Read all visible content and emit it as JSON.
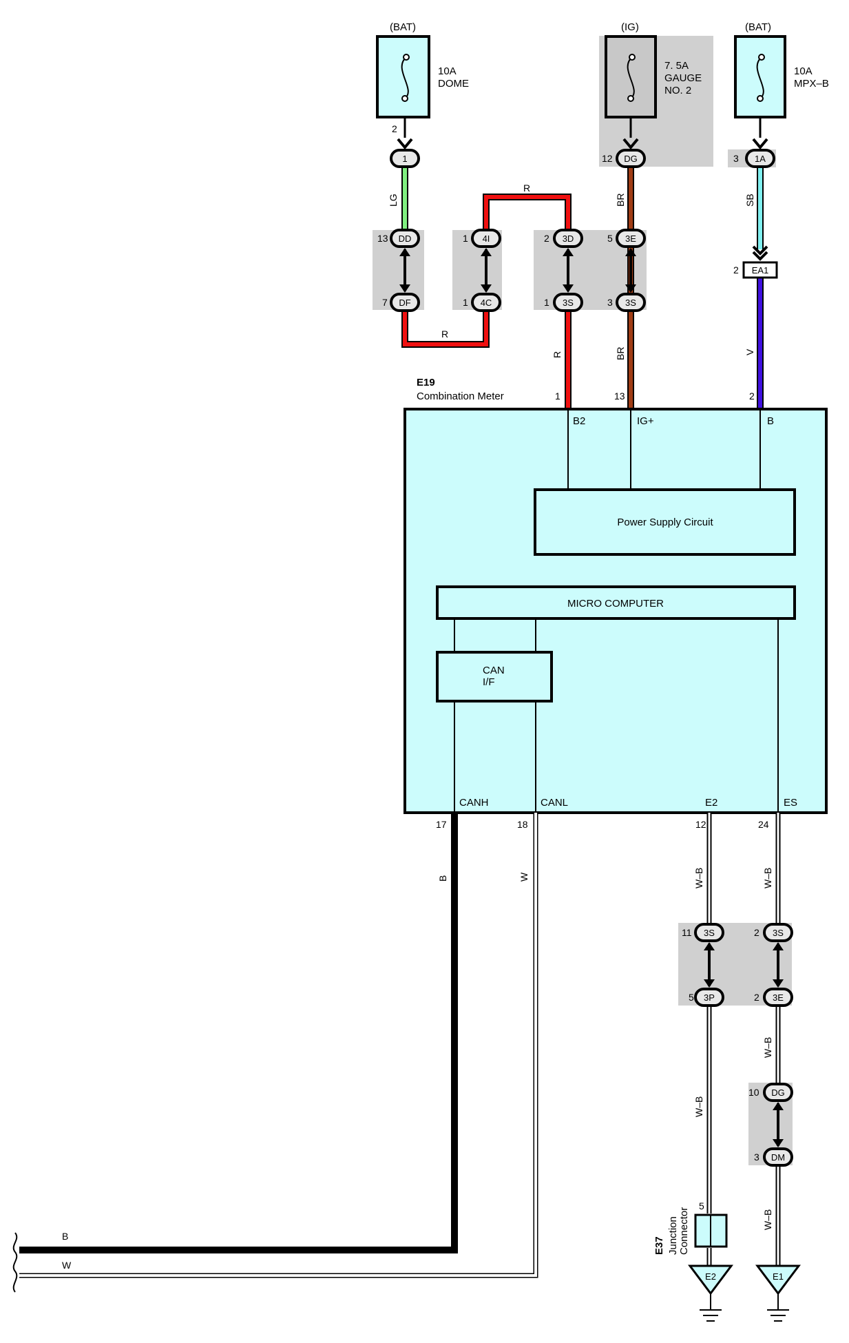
{
  "fuses": [
    {
      "source": "(BAT)",
      "lines": [
        "10A",
        "DOME"
      ],
      "pin": "2"
    },
    {
      "source": "(IG)",
      "lines": [
        "7. 5A",
        "GAUGE",
        "NO. 2"
      ],
      "pin": ""
    },
    {
      "source": "(BAT)",
      "lines": [
        "10A",
        "MPX–B"
      ],
      "pin": ""
    }
  ],
  "connectors": {
    "c1": {
      "code": "1",
      "pin": ""
    },
    "dg_top": {
      "code": "DG",
      "pin": "12"
    },
    "c1a": {
      "code": "1A",
      "pin": "3"
    },
    "ea1": {
      "code": "EA1",
      "pin": "2"
    },
    "dd": {
      "code": "DD",
      "pin": "13"
    },
    "df": {
      "code": "DF",
      "pin": "7"
    },
    "c4i": {
      "code": "4I",
      "pin": "1"
    },
    "c4c": {
      "code": "4C",
      "pin": "1"
    },
    "c3d": {
      "code": "3D",
      "pin": "2"
    },
    "c3s_a": {
      "code": "3S",
      "pin": "1"
    },
    "c3e_a": {
      "code": "3E",
      "pin": "5"
    },
    "c3s_b": {
      "code": "3S",
      "pin": "3"
    },
    "c3s_c": {
      "code": "3S",
      "pin": "11"
    },
    "c3p": {
      "code": "3P",
      "pin": "5"
    },
    "c3s_d": {
      "code": "3S",
      "pin": "2"
    },
    "c3e_b": {
      "code": "3E",
      "pin": "2"
    },
    "dg_bot": {
      "code": "DG",
      "pin": "10"
    },
    "dm": {
      "code": "DM",
      "pin": "3"
    }
  },
  "wires": {
    "lg": "LG",
    "r_top": "R",
    "br_top": "BR",
    "sb": "SB",
    "r_loop": "R",
    "r_down": "R",
    "br_down": "BR",
    "v": "V",
    "b": "B",
    "w": "W",
    "wb1": "W–B",
    "wb2": "W–B",
    "wb3": "W–B",
    "wb4": "W–B",
    "wb5": "W–B",
    "b_bottom": "B",
    "w_bottom": "W"
  },
  "colors": {
    "lg": "#80f080",
    "r": "#f01010",
    "br": "#a03c14",
    "sb": "#80f0f0",
    "v": "#4010e0",
    "b": "#000000",
    "w": "#ffffff",
    "module_fill": "#ccfcfc",
    "shade": "#d0d0d0"
  },
  "meter": {
    "id": "E19",
    "name": "Combination Meter",
    "top_pins": [
      {
        "num": "1",
        "label": "B2"
      },
      {
        "num": "13",
        "label": "IG+"
      },
      {
        "num": "2",
        "label": "B"
      }
    ],
    "bottom_pins": [
      {
        "num": "17",
        "label": "CANH"
      },
      {
        "num": "18",
        "label": "CANL"
      },
      {
        "num": "12",
        "label": "E2"
      },
      {
        "num": "24",
        "label": "ES"
      }
    ],
    "power_supply": "Power Supply Circuit",
    "micro": "MICRO COMPUTER",
    "can_lines": [
      "CAN",
      "I/F"
    ]
  },
  "junction": {
    "id": "E37",
    "lines": [
      "Junction",
      "Connector"
    ],
    "pin": "5"
  },
  "grounds": [
    {
      "code": "E2"
    },
    {
      "code": "E1"
    }
  ]
}
